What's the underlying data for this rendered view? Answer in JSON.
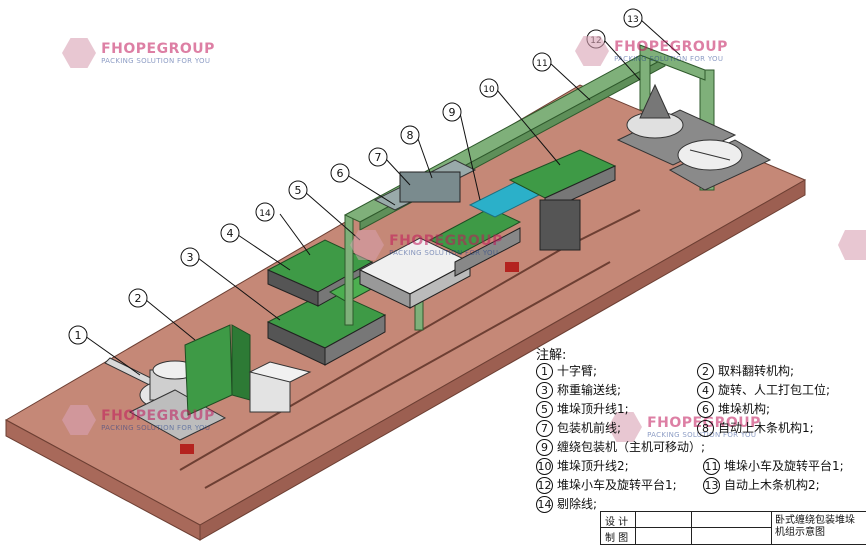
{
  "watermark": {
    "brand": "FHOPEGROUP",
    "tagline": "PACKING SOLUTION FOR YOU"
  },
  "callouts": [
    "1",
    "2",
    "3",
    "4",
    "5",
    "6",
    "7",
    "8",
    "9",
    "10",
    "11",
    "12",
    "13",
    "14"
  ],
  "legend": {
    "title": "注解:",
    "items": [
      {
        "num": "1",
        "text": "十字臂;"
      },
      {
        "num": "2",
        "text": "取料翻转机构;"
      },
      {
        "num": "3",
        "text": "称重输送线;"
      },
      {
        "num": "4",
        "text": "旋转、人工打包工位;"
      },
      {
        "num": "5",
        "text": "堆垛顶升线1;"
      },
      {
        "num": "6",
        "text": "堆垛机构;"
      },
      {
        "num": "7",
        "text": "包装机前线;"
      },
      {
        "num": "8",
        "text": "自动上木条机构1;"
      },
      {
        "num": "9",
        "text": "缠绕包装机（主机可移动）;"
      },
      {
        "num": "10",
        "text": "堆垛顶升线2;"
      },
      {
        "num": "11",
        "text": "堆垛小车及旋转平台1;"
      },
      {
        "num": "12",
        "text": "堆垛小车及旋转平台1;"
      },
      {
        "num": "13",
        "text": "自动上木条机构2;"
      },
      {
        "num": "14",
        "text": "剔除线;"
      }
    ]
  },
  "title_block": {
    "row1_label": "设 计",
    "row2_label": "制 图",
    "drawing_title": "卧式缠绕包装堆垛机组示意图"
  },
  "colors": {
    "floor": "#c58877",
    "floor_side": "#a8695a",
    "frame": "#7fb07a",
    "conveyor": "#3e9a46",
    "callout": "#111111"
  }
}
